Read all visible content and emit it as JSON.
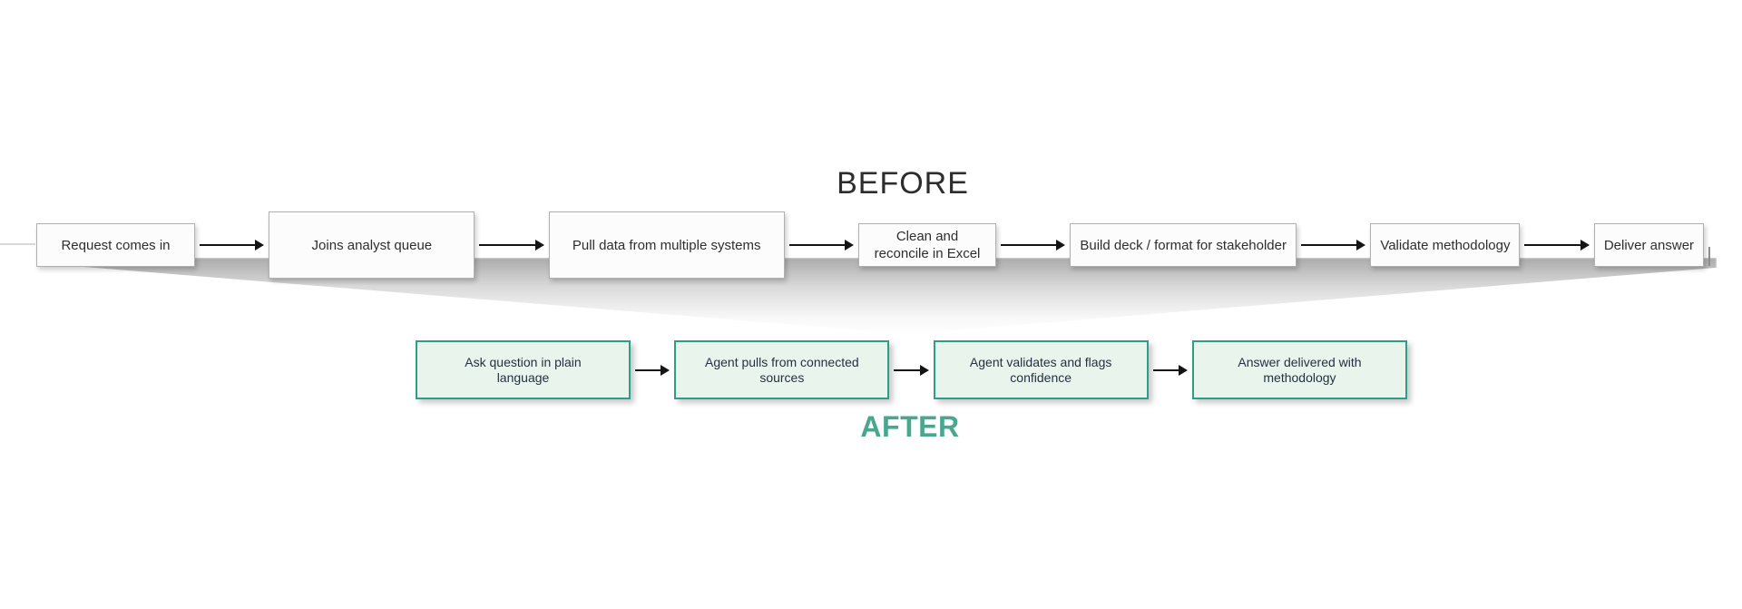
{
  "before": {
    "title": "BEFORE",
    "steps": [
      "Request comes in",
      "Joins analyst queue",
      "Pull data from multiple systems",
      "Clean and reconcile in Excel",
      "Build deck / format for stakeholder",
      "Validate methodology",
      "Deliver answer"
    ]
  },
  "after": {
    "title": "AFTER",
    "steps": [
      "Ask question in plain language",
      "Agent pulls from connected sources",
      "Agent validates and flags confidence",
      "Answer delivered with methodology"
    ]
  },
  "colors": {
    "after_accent": "#2f9e86",
    "after_fill": "#e9f4ed",
    "after_title": "#4aa68f",
    "before_box_border": "#b0b0b0",
    "before_box_fill": "#fcfcfc",
    "text_dark": "#2e2e2e",
    "arrow": "#141414",
    "funnel_gray": "#969696",
    "background": "#ffffff"
  }
}
